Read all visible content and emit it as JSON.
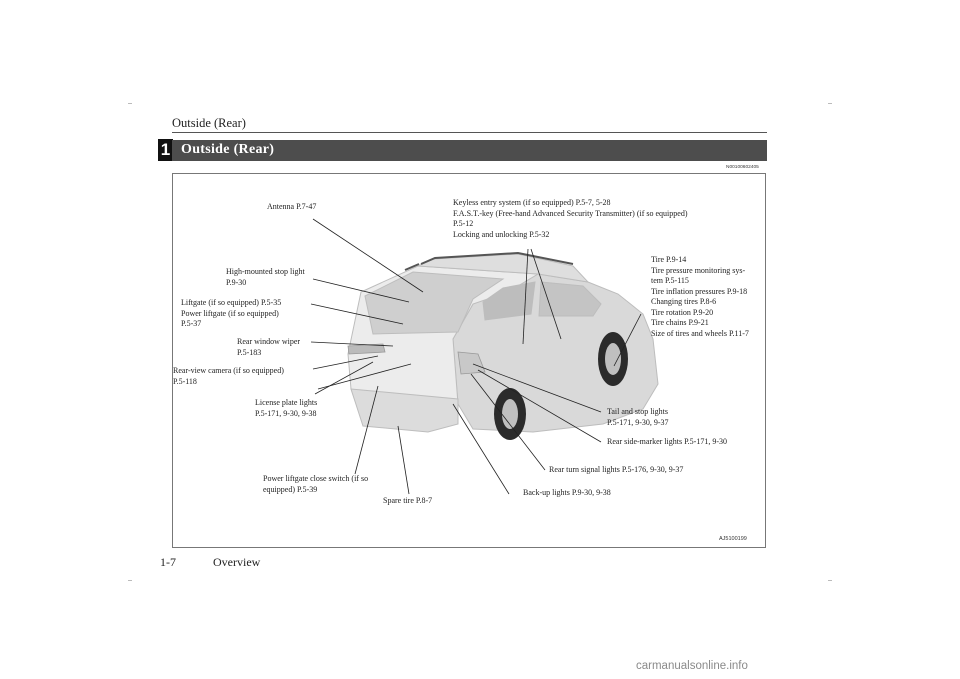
{
  "header": {
    "title": "Outside (Rear)",
    "chapter": "1"
  },
  "section": {
    "title": "Outside (Rear)",
    "code": "N00100602405"
  },
  "figure": {
    "image_id": "AJ5100199",
    "labels": {
      "antenna": [
        "Antenna P.7-47"
      ],
      "keyless": [
        "Keyless entry system (if so equipped) P.5-7, 5-28",
        "F.A.S.T.-key (Free-hand Advanced Security Transmitter) (if so equipped)",
        "P.5-12",
        "Locking and unlocking P.5-32"
      ],
      "tire": [
        "Tire P.9-14",
        "Tire pressure monitoring sys-",
        "tem P.5-115",
        "Tire inflation pressures P.9-18",
        "Changing tires P.8-6",
        "Tire rotation P.9-20",
        "Tire chains P.9-21",
        "Size of tires and wheels P.11-7"
      ],
      "stoplight": [
        "High-mounted stop light",
        "P.9-30"
      ],
      "liftgate": [
        "Liftgate (if so equipped) P.5-35",
        "Power liftgate (if so equipped)",
        "P.5-37"
      ],
      "wiper": [
        "Rear window wiper",
        "P.5-183"
      ],
      "camera": [
        "Rear-view camera (if so equipped)",
        "P.5-118"
      ],
      "license": [
        "License plate lights",
        "P.5-171, 9-30, 9-38"
      ],
      "tail": [
        "Tail and stop lights",
        "P.5-171, 9-30, 9-37"
      ],
      "marker": [
        "Rear side-marker lights P.5-171, 9-30"
      ],
      "turn": [
        "Rear turn signal lights P.5-176, 9-30, 9-37"
      ],
      "close": [
        "Power liftgate close switch (if so",
        "equipped) P.5-39"
      ],
      "spare": [
        "Spare tire P.8-7"
      ],
      "backup": [
        "Back-up lights P.9-30, 9-38"
      ]
    }
  },
  "footer": {
    "page": "1-7",
    "chapter_name": "Overview",
    "watermark": "carmanualsonline.info"
  }
}
